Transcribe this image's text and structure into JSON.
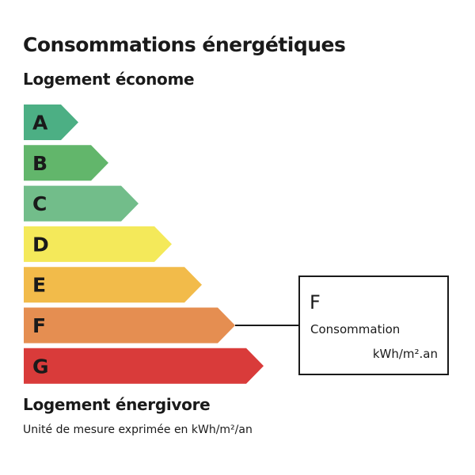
{
  "title": "Consommations énergétiques",
  "top_label": "Logement économe",
  "bottom_label": "Logement énergivore",
  "unit_note": "Unité de mesure exprimée en kWh/m²/an",
  "classes": [
    {
      "letter": "A",
      "color": "#4caf84"
    },
    {
      "letter": "B",
      "color": "#62b66b"
    },
    {
      "letter": "C",
      "color": "#72bd8a"
    },
    {
      "letter": "D",
      "color": "#f4e95a"
    },
    {
      "letter": "E",
      "color": "#f2bb4a"
    },
    {
      "letter": "F",
      "color": "#e58e51"
    },
    {
      "letter": "G",
      "color": "#d93b3a"
    }
  ],
  "current": {
    "class": "F",
    "label": "Consommation",
    "unit": "kWh/m².an"
  }
}
